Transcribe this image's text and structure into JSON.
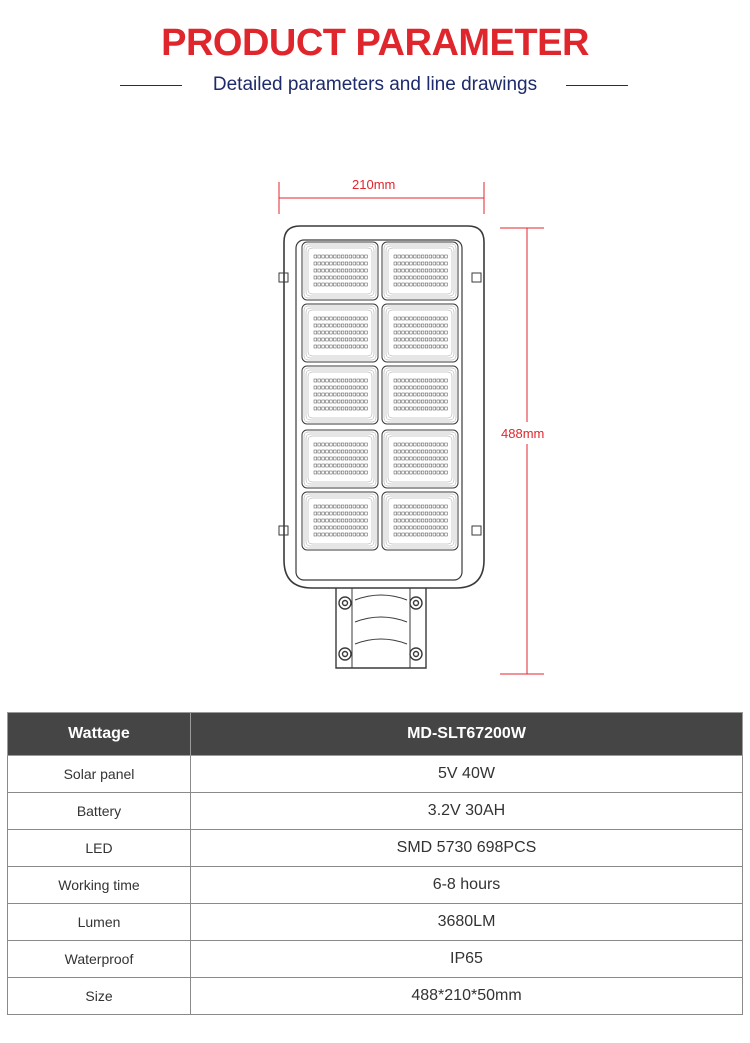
{
  "header": {
    "title": "PRODUCT PARAMETER",
    "subtitle": "Detailed parameters and line drawings"
  },
  "drawing": {
    "width_label": "210mm",
    "height_label": "488mm",
    "accent_color": "#e0262d",
    "line_color": "#3a3a3a"
  },
  "spec_table": {
    "header": {
      "key": "Wattage",
      "value": "MD-SLT67200W"
    },
    "rows": [
      {
        "key": "Solar panel",
        "value": "5V 40W"
      },
      {
        "key": "Battery",
        "value": "3.2V 30AH"
      },
      {
        "key": "LED",
        "value": "SMD 5730  698PCS"
      },
      {
        "key": "Working time",
        "value": "6-8 hours"
      },
      {
        "key": "Lumen",
        "value": "3680LM"
      },
      {
        "key": "Waterproof",
        "value": "IP65"
      },
      {
        "key": "Size",
        "value": "488*210*50mm"
      }
    ]
  },
  "colors": {
    "title": "#e0262d",
    "subtitle": "#1d2a6b",
    "table_header_bg": "#454545"
  }
}
